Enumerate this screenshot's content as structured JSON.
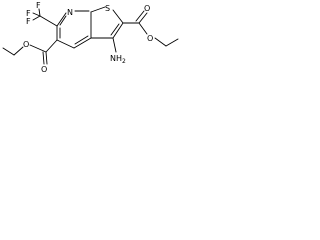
{
  "structure": {
    "atom_labels": {
      "f_top": "F",
      "f_left": "F",
      "f_bottom": "F",
      "ring_nitrogen": "N",
      "ring_sulfur": "S",
      "amino": "NH",
      "amino_subscript": "2",
      "ester_left_carbonyl_o": "O",
      "ester_left_ether_o": "O",
      "ester_right_carbonyl_o": "O",
      "ester_right_ether_o": "O"
    },
    "colors": {
      "bond": "#000000",
      "label": "#000000",
      "background": "#ffffff"
    }
  }
}
